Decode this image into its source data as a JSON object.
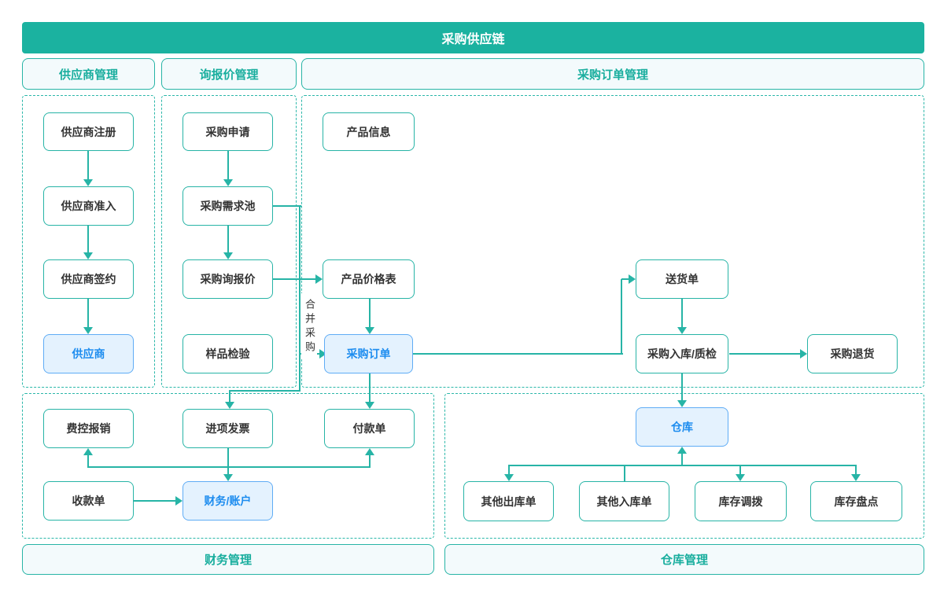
{
  "title": "采购供应链",
  "sections": {
    "supplier": "供应商管理",
    "rfq": "询报价管理",
    "po": "采购订单管理",
    "finance": "财务管理",
    "warehouse": "仓库管理"
  },
  "nodes": {
    "supplier_register": "供应商注册",
    "supplier_access": "供应商准入",
    "supplier_sign": "供应商签约",
    "supplier": "供应商",
    "purchase_request": "采购申请",
    "demand_pool": "采购需求池",
    "rfq_inquiry": "采购询报价",
    "sample_check": "样品检验",
    "product_info": "产品信息",
    "price_list": "产品价格表",
    "purchase_order": "采购订单",
    "delivery_note": "送货单",
    "inbound_qc": "采购入库/质检",
    "purchase_return": "采购退货",
    "warehouse": "仓库",
    "expense_reimburse": "费控报销",
    "input_invoice": "进项发票",
    "payment_slip": "付款单",
    "receipt_slip": "收款单",
    "finance_account": "财务/账户",
    "other_outbound": "其他出库单",
    "other_inbound": "其他入库单",
    "stock_transfer": "库存调拨",
    "stock_count": "库存盘点"
  },
  "edge_labels": {
    "merge_purchase": "合并采购"
  },
  "colors": {
    "teal": "#27B4A6",
    "header_bar": "#1BB2A0",
    "section_fill": "#F3FAFC",
    "highlight_border": "#5FACF5",
    "highlight_fill": "#E4F2FE",
    "highlight_text": "#1C8CEF",
    "node_text": "#333333"
  }
}
